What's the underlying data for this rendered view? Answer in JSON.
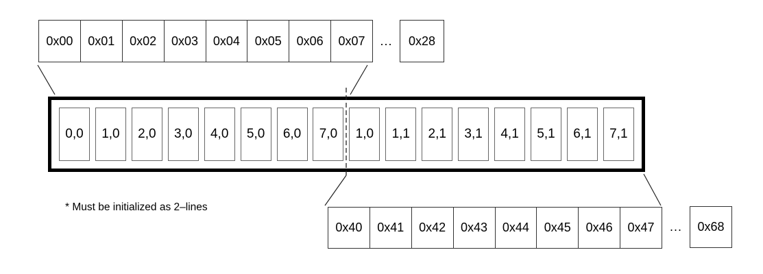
{
  "colors": {
    "background": "#ffffff",
    "text": "#000000",
    "row_border": "#333333",
    "cache_cell_border": "#666666",
    "cache_box_border": "#000000",
    "connector_line": "#222222"
  },
  "top_memory_row": {
    "cells": [
      "0x00",
      "0x01",
      "0x02",
      "0x03",
      "0x04",
      "0x05",
      "0x06",
      "0x07"
    ],
    "ellipsis": "...",
    "detached_cell": "0x28"
  },
  "cache_line_box": {
    "cells": [
      "0,0",
      "1,0",
      "2,0",
      "3,0",
      "4,0",
      "5,0",
      "6,0",
      "7,0",
      "1,0",
      "1,1",
      "2,1",
      "3,1",
      "4,1",
      "5,1",
      "6,1",
      "7,1"
    ]
  },
  "bottom_memory_row": {
    "cells": [
      "0x40",
      "0x41",
      "0x42",
      "0x43",
      "0x44",
      "0x45",
      "0x46",
      "0x47"
    ],
    "ellipsis": "...",
    "detached_cell": "0x68"
  },
  "footnote": "* Must be initialized as 2–lines"
}
